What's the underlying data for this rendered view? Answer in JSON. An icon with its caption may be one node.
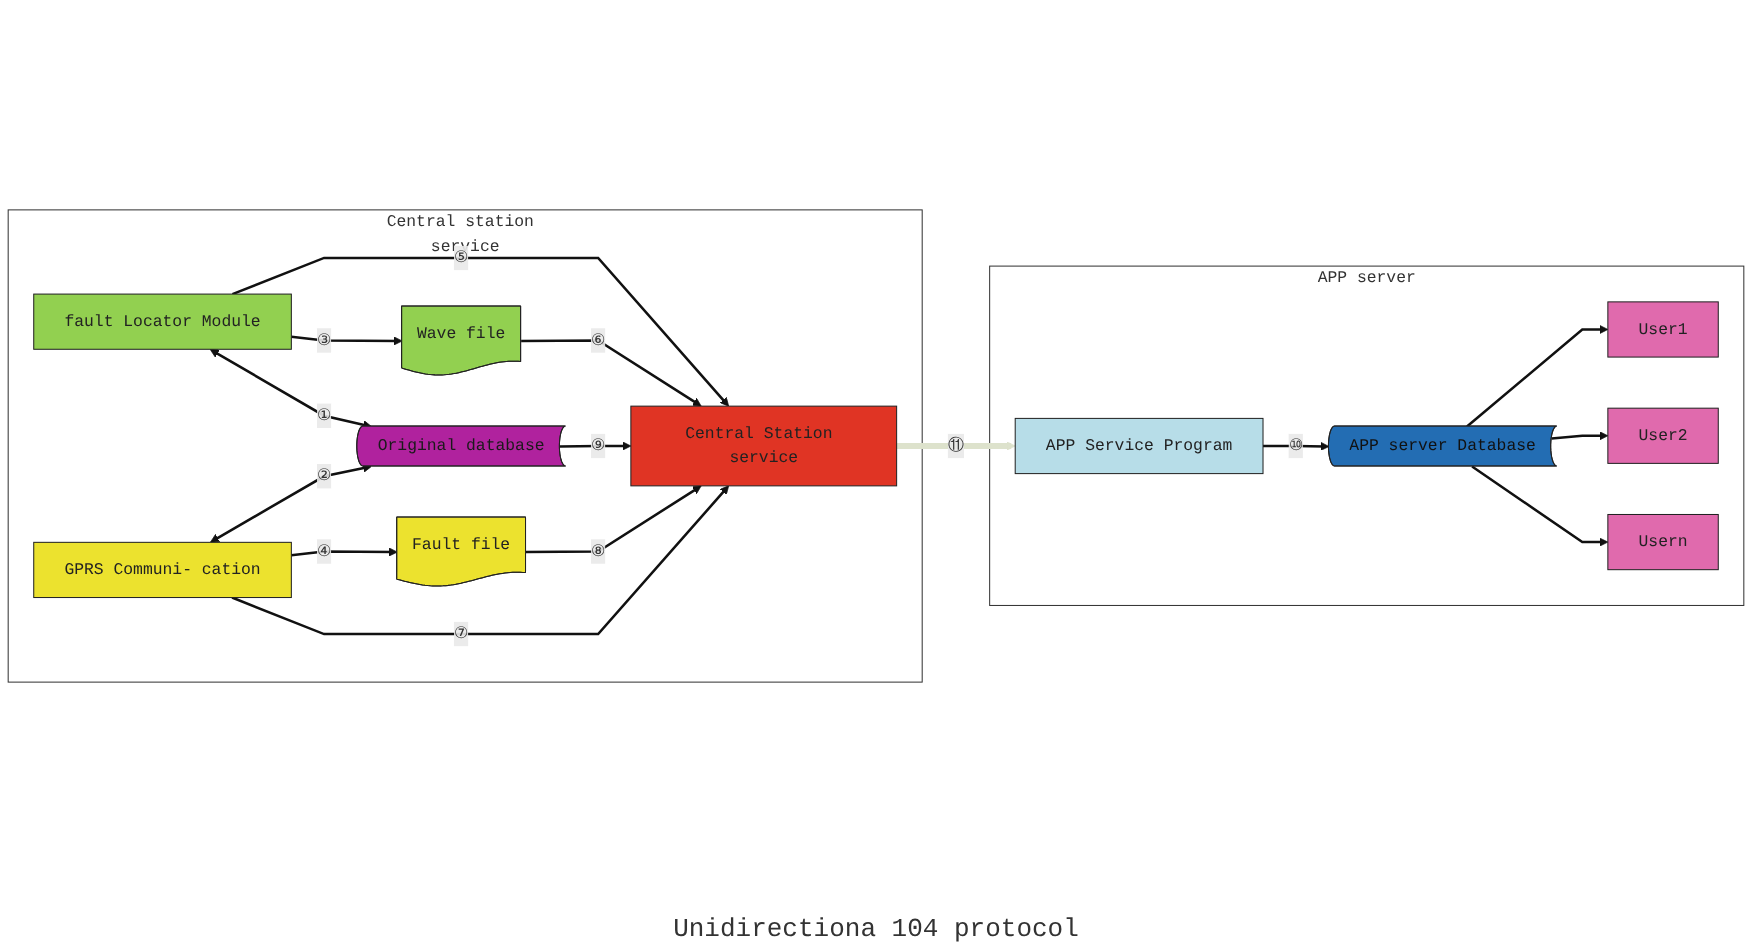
{
  "diagram": {
    "nodes": [
      {
        "text": [
          "Central station service"
        ]
      },
      {
        "text": [
          "fault Locator Module"
        ],
        "in": 0
      },
      {
        "text": [
          "Wave file"
        ],
        "in": 0
      },
      {
        "text": [
          "Original database"
        ],
        "in": 0
      },
      {
        "text": [
          "GPRS Communi- cation"
        ],
        "in": 0
      },
      {
        "text": [
          "Fault file"
        ],
        "in": 0
      },
      {
        "text": [
          "Central Station service"
        ],
        "in": 0
      },
      {
        "text": [
          "APP server"
        ]
      },
      {
        "text": [
          "APP Service Program"
        ],
        "in": 7
      },
      {
        "text": [
          "APP server Database"
        ],
        "in": 7
      },
      {
        "text": [
          "User1"
        ],
        "in": 7
      },
      {
        "text": [
          "User2"
        ],
        "in": 7
      },
      {
        "text": [
          "Usern"
        ],
        "in": 7
      }
    ],
    "edges": [
      {
        "from": 1,
        "to": 6,
        "arrow": "to",
        "label": "⑤"
      },
      {
        "from": 1,
        "to": 2,
        "arrow": "to",
        "label": "③"
      },
      {
        "from": 2,
        "to": 6,
        "arrow": "to",
        "label": "⑥"
      },
      {
        "from": 1,
        "to": 3,
        "arrow": "both",
        "label": "①"
      },
      {
        "from": 3,
        "to": 6,
        "arrow": "to",
        "label": "⑨"
      },
      {
        "from": 4,
        "to": 3,
        "arrow": "both",
        "label": "②"
      },
      {
        "from": 4,
        "to": 5,
        "arrow": "to",
        "label": "④"
      },
      {
        "from": 5,
        "to": 6,
        "arrow": "to",
        "label": "⑧"
      },
      {
        "from": 4,
        "to": 6,
        "arrow": "to",
        "label": "⑦"
      },
      {
        "from": 6,
        "to": 8,
        "arrow": "to",
        "label": "⑪",
        "style": "thick",
        "color": "#dde2cc"
      },
      {
        "from": 8,
        "to": 9,
        "arrow": "to",
        "label": "⑩"
      },
      {
        "from": 9,
        "to": 10,
        "arrow": "to"
      },
      {
        "from": 9,
        "to": 11,
        "arrow": "to"
      },
      {
        "from": 9,
        "to": 12,
        "arrow": "to"
      }
    ],
    "labels": [
      "Unidirectiona 104 protocol"
    ]
  }
}
